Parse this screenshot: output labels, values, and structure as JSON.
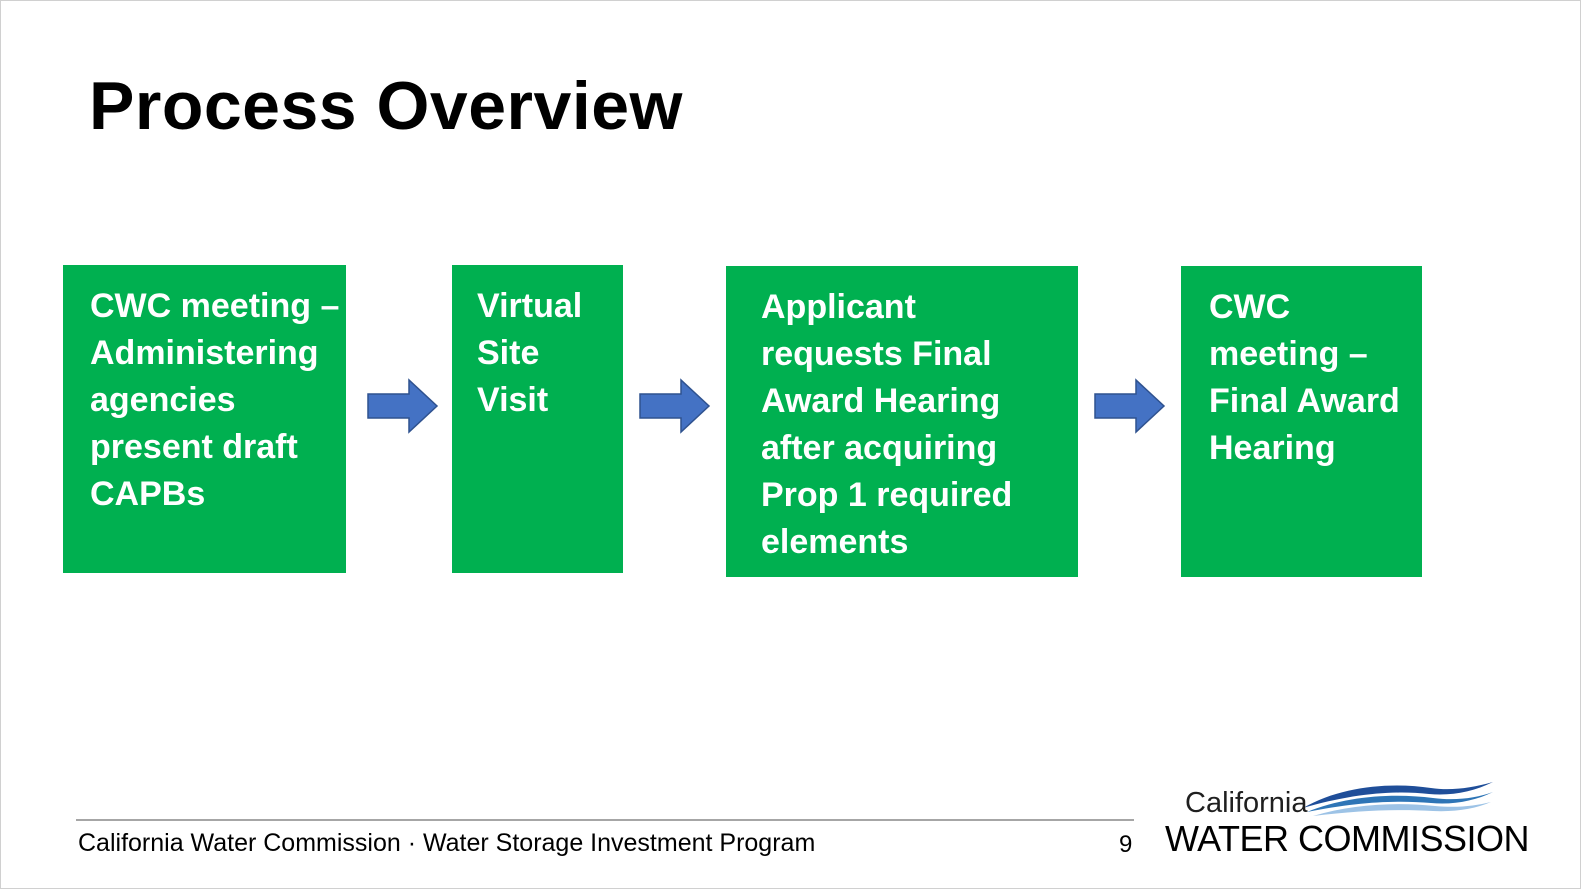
{
  "slide": {
    "title": "Process Overview",
    "steps": [
      {
        "lines": [
          "CWC meeting –",
          "Administering",
          "agencies",
          "present draft",
          "CAPBs"
        ]
      },
      {
        "lines": [
          "Virtual",
          "Site",
          "Visit"
        ]
      },
      {
        "lines": [
          "Applicant",
          "requests Final",
          "Award Hearing",
          "after acquiring",
          "Prop 1 required",
          "elements"
        ]
      },
      {
        "lines": [
          "CWC",
          "meeting –",
          "Final Award",
          "Hearing"
        ]
      }
    ],
    "footer": {
      "text": "California Water Commission · Water Storage Investment Program",
      "page_number": "9"
    },
    "logo": {
      "line1": "California",
      "line2": "WATER COMMISSION"
    }
  },
  "colors": {
    "step_fill": "#00b050",
    "step_text": "#ffffff",
    "arrow_fill": "#4472c4",
    "arrow_stroke": "#2f528f",
    "footer_rule": "#a6a6a6",
    "wave_dark": "#1f4e99",
    "wave_light": "#9dc3e6"
  }
}
